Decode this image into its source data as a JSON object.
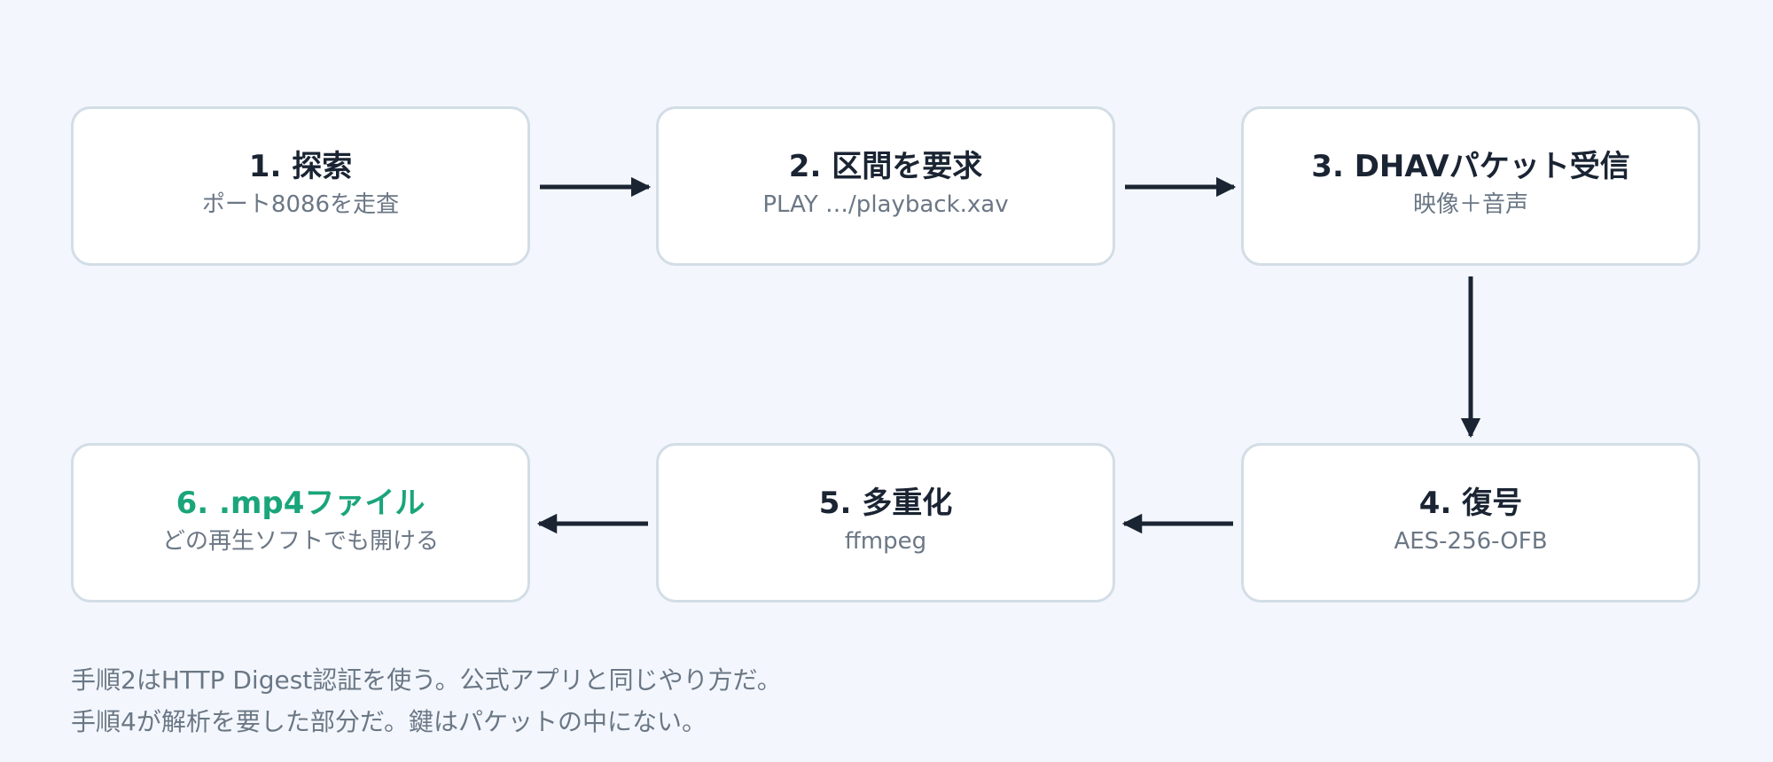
{
  "steps": [
    {
      "title": "1. 探索",
      "subtitle": "ポート8086を走査"
    },
    {
      "title": "2. 区間を要求",
      "subtitle": "PLAY …/playback.xav"
    },
    {
      "title": "3. DHAVパケット受信",
      "subtitle": "映像＋音声"
    },
    {
      "title": "4. 復号",
      "subtitle": "AES-256-OFB"
    },
    {
      "title": "5. 多重化",
      "subtitle": "ffmpeg"
    },
    {
      "title": "6. .mp4ファイル",
      "subtitle": "どの再生ソフトでも開ける"
    }
  ],
  "notes": [
    "手順2はHTTP Digest認証を使う。公式アプリと同じやり方だ。",
    "手順4が解析を要した部分だ。鍵はパケットの中にない。"
  ],
  "colors": {
    "background": "#f3f7fd",
    "box_border": "#d3dde6",
    "title_text": "#1a2433",
    "subtitle_text": "#6b7785",
    "final_step_accent": "#1aa57a",
    "arrow": "#1a2433"
  }
}
